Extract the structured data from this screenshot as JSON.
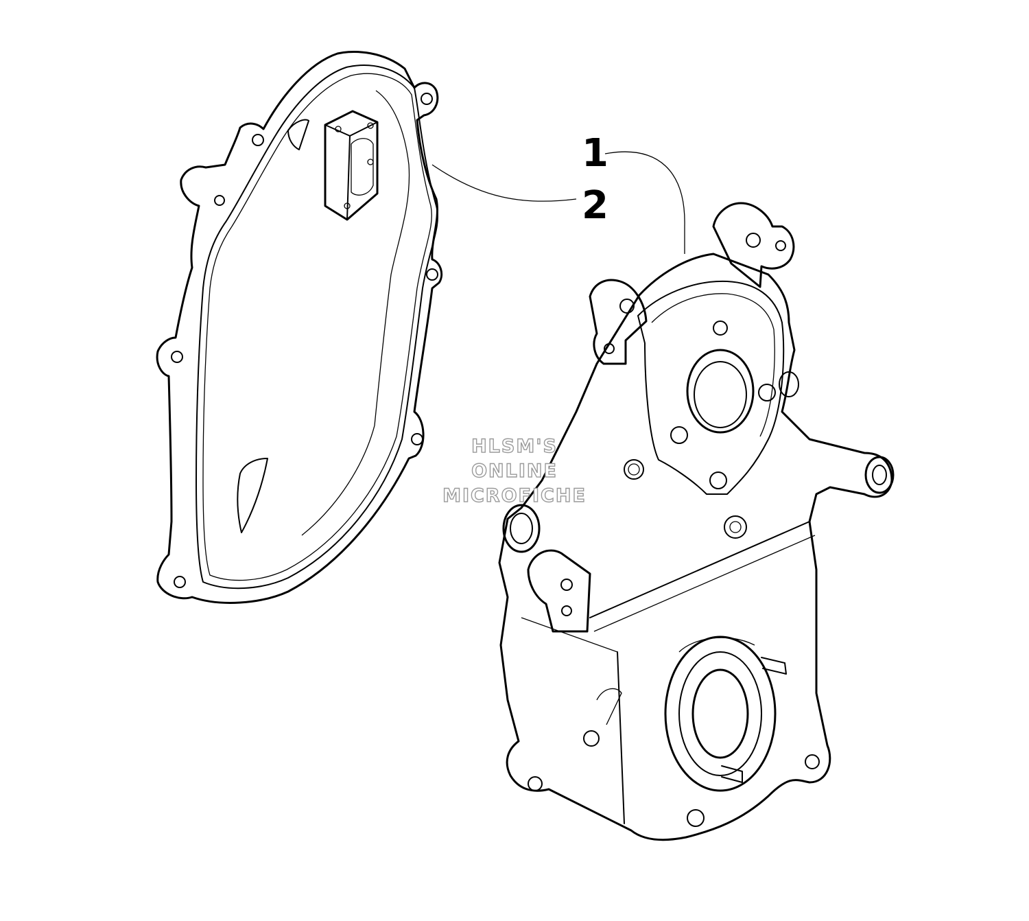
{
  "diagram": {
    "callouts": [
      {
        "number": "1",
        "part": "housing"
      },
      {
        "number": "2",
        "part": "cover"
      }
    ],
    "watermark": [
      "HLSM'S",
      "ONLINE",
      "MICROFICHE"
    ]
  }
}
